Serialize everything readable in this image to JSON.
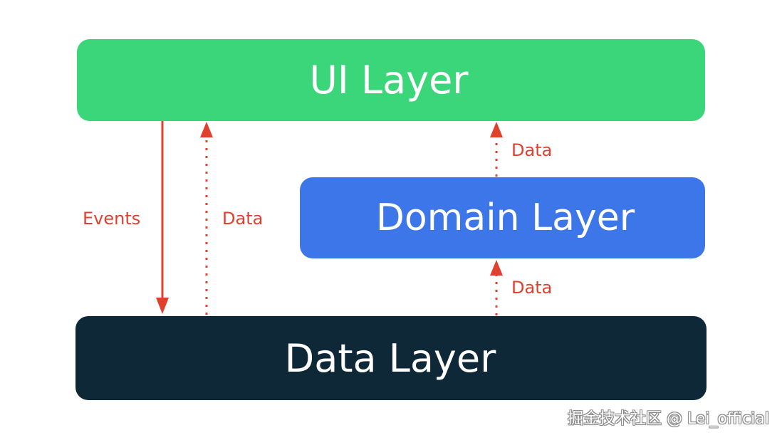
{
  "layers": {
    "ui": {
      "label": "UI Layer"
    },
    "domain": {
      "label": "Domain Layer"
    },
    "data": {
      "label": "Data Layer"
    }
  },
  "arrows": {
    "events": {
      "label": "Events"
    },
    "data_left": {
      "label": "Data"
    },
    "data_to_ui": {
      "label": "Data"
    },
    "data_to_domain": {
      "label": "Data"
    }
  },
  "watermark": "掘金技术社区 @ Lei_official",
  "colors": {
    "ui_layer": "#3ad679",
    "domain_layer": "#3d76e8",
    "data_layer": "#0e2838",
    "arrow": "#e0412f",
    "text_on_layer": "#ffffff"
  }
}
